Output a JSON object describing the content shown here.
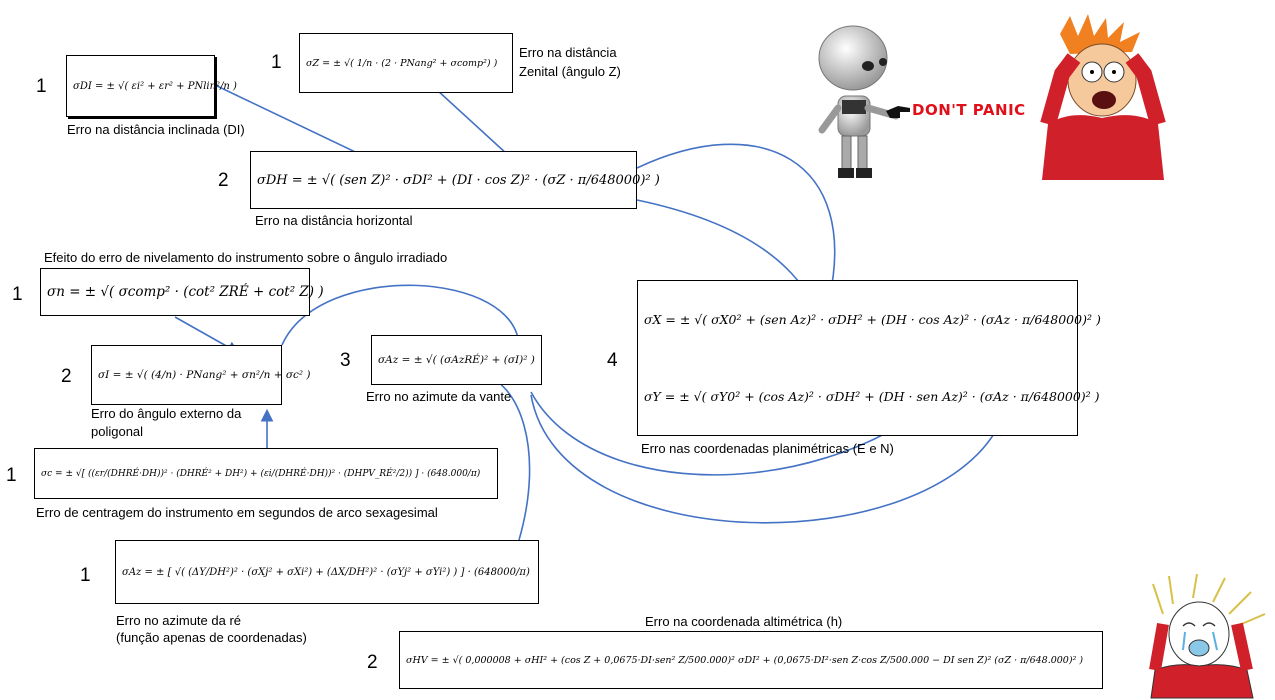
{
  "numbers": {
    "sigma_di": "1",
    "sigma_z": "1",
    "sigma_dh": "2",
    "sigma_n": "1",
    "sigma_i": "2",
    "sigma_az_re_vante": "3",
    "sigma_xy": "4",
    "sigma_c": "1",
    "sigma_az_re": "1",
    "sigma_hv": "2"
  },
  "formulas": {
    "sigma_di": "σDI = ± √( εi² + εr² + PNlin²/n )",
    "sigma_z": "σZ = ± √( 1/n · (2 · PNang² + σcomp²) )",
    "sigma_dh": "σDH = ± √( (sen Z)² · σDI² + (DI · cos Z)² · (σZ · π/648000)² )",
    "sigma_n": "σn = ± √( σcomp² · (cot² ZRÉ + cot² Z) )",
    "sigma_i": "σI = ± √( (4/n) · PNang² + σn²/n + σc² )",
    "sigma_az_vante": "σAz = ± √( (σAzRÉ)² + (σI)² )",
    "sigma_x": "σX = ± √( σX0² + (sen Az)² · σDH² + (DH · cos Az)² · (σAz · π/648000)² )",
    "sigma_y": "σY = ± √( σY0² + (cos Az)² · σDH² + (DH · sen Az)² · (σAz · π/648000)² )",
    "sigma_c": "σc = ± √[ ((εr/(DHRÉ·DH))² · (DHRÉ² + DH²) + (εi/(DHRÉ·DH))² · (DHPV_RÉ²/2)) ] · (648.000/π)",
    "sigma_az_re": "σAz = ± [ √( (ΔY/DH²)² · (σXj² + σXi²) + (ΔX/DH²)² · (σYj² + σYi²) ) ] · (648000/π)",
    "sigma_hv": "σHV = ± √( 0,000008 + σHI² + (cos Z + 0,0675·DI·sen² Z/500.000)² σDI² + (0,0675·DI²·sen Z·cos Z/500.000 − DI sen Z)² (σZ · π/648.000)² )"
  },
  "captions": {
    "sigma_di": "Erro na distância inclinada (DI)",
    "sigma_z_line1": "Erro na distância",
    "sigma_z_line2": "Zenital (ângulo Z)",
    "sigma_dh": "Erro na distância horizontal",
    "sigma_n": "Efeito do erro de nivelamento do instrumento sobre o ângulo irradiado",
    "sigma_i_line1": "Erro do ângulo externo da",
    "sigma_i_line2": "poligonal",
    "sigma_az_vante": "Erro no azimute da vante",
    "sigma_xy": "Erro nas coordenadas planimétricas (E e N)",
    "sigma_c": "Erro de centragem do instrumento em segundos de arco sexagesimal",
    "sigma_az_re_line1": "Erro no azimute da ré",
    "sigma_az_re_line2": "(função apenas de coordenadas)",
    "sigma_hv": "Erro na coordenada altimétrica (h)"
  },
  "decor": {
    "panic_text": "DON'T PANIC"
  },
  "colors": {
    "arrow": "#4472C4",
    "panic": "#E0101A"
  }
}
